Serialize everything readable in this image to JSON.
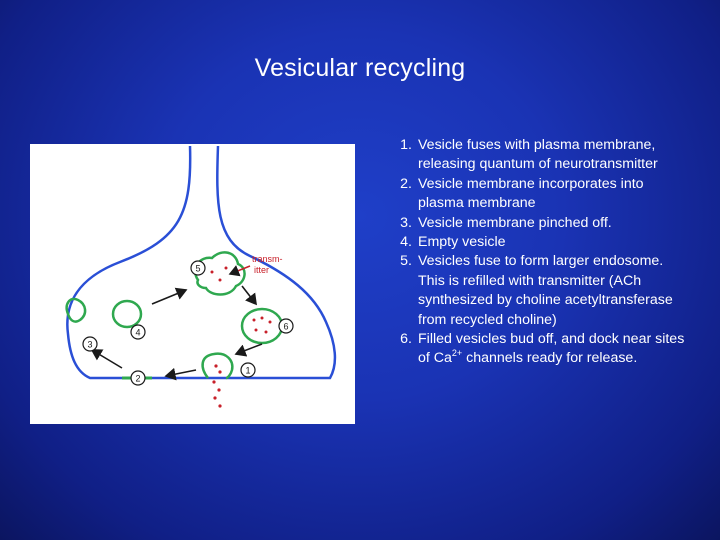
{
  "slide": {
    "title": "Vesicular recycling"
  },
  "diagram": {
    "labels": {
      "transmitter_line1": "transm-",
      "transmitter_line2": "itter",
      "step_markers": [
        "1",
        "2",
        "3",
        "4",
        "5",
        "6"
      ]
    },
    "colors": {
      "membrane": "#2a4fd6",
      "vesicle": "#2fa84f",
      "transmitter": "#c8202a",
      "arrow": "#1a1a1a"
    }
  },
  "steps": [
    {
      "num": "1.",
      "text": "Vesicle fuses with plasma membrane, releasing quantum of neurotransmitter"
    },
    {
      "num": "2.",
      "text": "Vesicle membrane incorporates into plasma membrane"
    },
    {
      "num": "3.",
      "text": "Vesicle membrane pinched off."
    },
    {
      "num": "4.",
      "text": "Empty vesicle"
    },
    {
      "num": "5.",
      "text": "Vesicles fuse to form larger endosome. This is refilled with transmitter (ACh synthesized by choline acetyltransferase from recycled choline)"
    },
    {
      "num": "6.",
      "text_before": "Filled vesicles bud off, and dock near sites of Ca",
      "text_sup": "2+",
      "text_after": " channels ready for release."
    }
  ]
}
